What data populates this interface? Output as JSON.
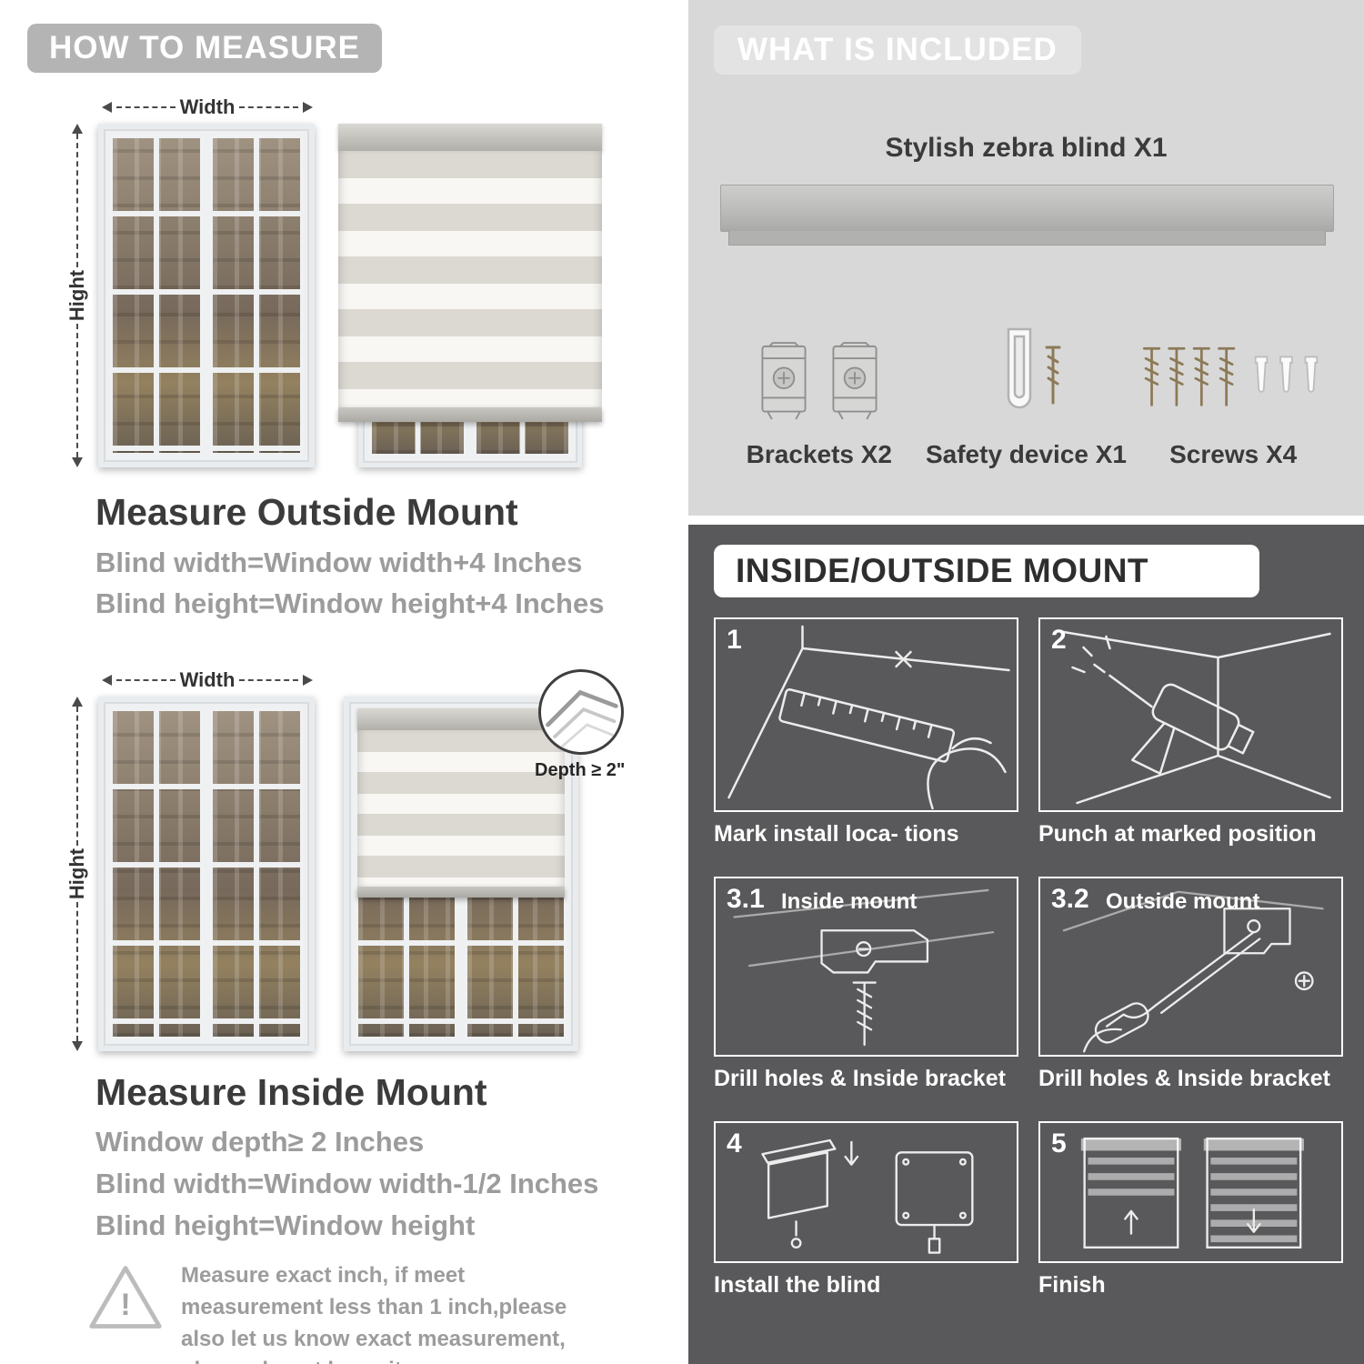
{
  "measure": {
    "banner": "HOW TO MEASURE",
    "width_label": "Width",
    "height_label": "Hight",
    "outside": {
      "title": "Measure Outside Mount",
      "line1": "Blind width=Window width+4 Inches",
      "line2": "Blind height=Window height+4 Inches"
    },
    "inside": {
      "depth_callout": "Depth ≥ 2\"",
      "title": "Measure Inside Mount",
      "line1": "Window depth≥ 2 Inches",
      "line2": "Blind width=Window width-1/2 Inches",
      "line3": "Blind height=Window height"
    },
    "warning": {
      "mark": "!",
      "text": "Measure exact inch, if meet measurement less than 1 inch,please also let us know exact measurement, please do not leave it"
    }
  },
  "included": {
    "banner": "WHAT IS INCLUDED",
    "product": "Stylish zebra blind X1",
    "items": [
      {
        "label": "Brackets X2"
      },
      {
        "label": "Safety device X1"
      },
      {
        "label": "Screws X4"
      }
    ]
  },
  "mount": {
    "banner": "INSIDE/OUTSIDE MOUNT",
    "steps": [
      {
        "num": "1",
        "sub": "",
        "caption": "Mark install loca- tions"
      },
      {
        "num": "2",
        "sub": "",
        "caption": "Punch at marked position"
      },
      {
        "num": "3.1",
        "sub": "Inside mount",
        "caption": "Drill holes & Inside bracket"
      },
      {
        "num": "3.2",
        "sub": "Outside mount",
        "caption": "Drill holes & Inside bracket"
      },
      {
        "num": "4",
        "sub": "",
        "caption": "Install the blind"
      },
      {
        "num": "5",
        "sub": "",
        "caption": "Finish"
      }
    ]
  }
}
